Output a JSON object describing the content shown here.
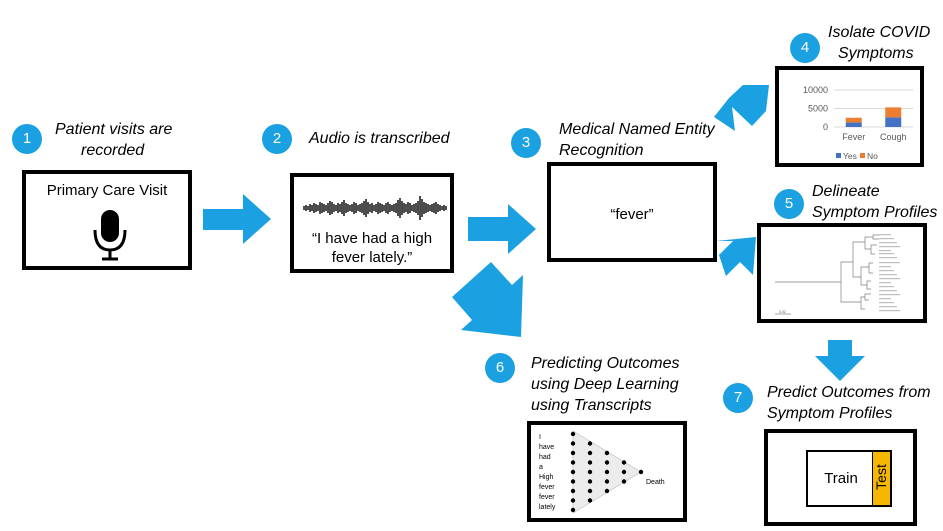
{
  "colors": {
    "accent": "#1ba1e2",
    "yes": "#4472c4",
    "no": "#ed7d31",
    "test": "#f5b700"
  },
  "steps": [
    {
      "num": "1",
      "label": [
        "Patient visits are",
        "recorded"
      ]
    },
    {
      "num": "2",
      "label": [
        "Audio is transcribed"
      ]
    },
    {
      "num": "3",
      "label": [
        "Medical Named Entity",
        "Recognition"
      ]
    },
    {
      "num": "4",
      "label": [
        "Isolate COVID",
        "Symptoms"
      ]
    },
    {
      "num": "5",
      "label": [
        "Delineate",
        "Symptom Profiles"
      ]
    },
    {
      "num": "6",
      "label": [
        "Predicting Outcomes",
        "using Deep Learning",
        "using Transcripts"
      ]
    },
    {
      "num": "7",
      "label": [
        "Predict Outcomes from",
        "Symptom Profiles"
      ]
    }
  ],
  "box1": {
    "title": "Primary Care Visit",
    "icon": "microphone-icon"
  },
  "box2": {
    "quote": [
      "“I have had a high",
      "fever lately.”"
    ]
  },
  "box3": {
    "entity": "“fever”"
  },
  "chart_data": {
    "type": "bar",
    "stacked": true,
    "categories": [
      "Fever",
      "Cough"
    ],
    "series": [
      {
        "name": "Yes",
        "values": [
          1200,
          2600
        ]
      },
      {
        "name": "No",
        "values": [
          1300,
          2700
        ]
      }
    ],
    "yticks": [
      "10000",
      "5000",
      "0"
    ],
    "ylim": [
      0,
      10000
    ],
    "legend_position": "bottom-left"
  },
  "dendrogram_scale": "0.02",
  "network": {
    "inputs": [
      "I",
      "have",
      "had",
      "a",
      "High",
      "fever",
      "fever",
      "lately"
    ],
    "output": "Death"
  },
  "box7": {
    "train": "Train",
    "test": "Test"
  }
}
